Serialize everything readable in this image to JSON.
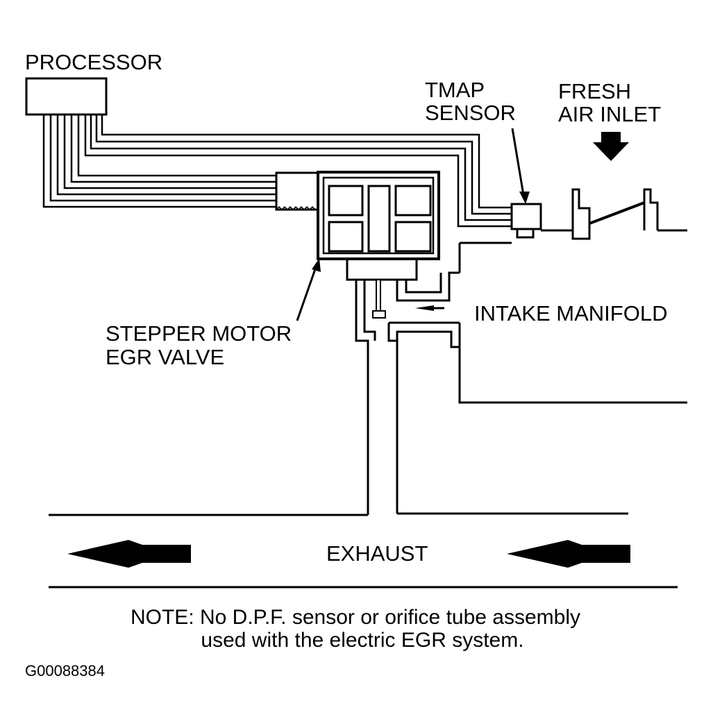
{
  "labels": {
    "processor": "PROCESSOR",
    "tmap_line1": "TMAP",
    "tmap_line2": "SENSOR",
    "fresh_line1": "FRESH",
    "fresh_line2": "AIR INLET",
    "intake": "INTAKE MANIFOLD",
    "stepper_line1": "STEPPER MOTOR",
    "stepper_line2": "EGR VALVE",
    "exhaust": "EXHAUST",
    "note_line1": "NOTE: No D.P.F. sensor or orifice tube assembly",
    "note_line2": "used with the electric EGR system.",
    "figure_code": "G00088384"
  },
  "colors": {
    "ink": "#000000",
    "background": "#ffffff"
  }
}
